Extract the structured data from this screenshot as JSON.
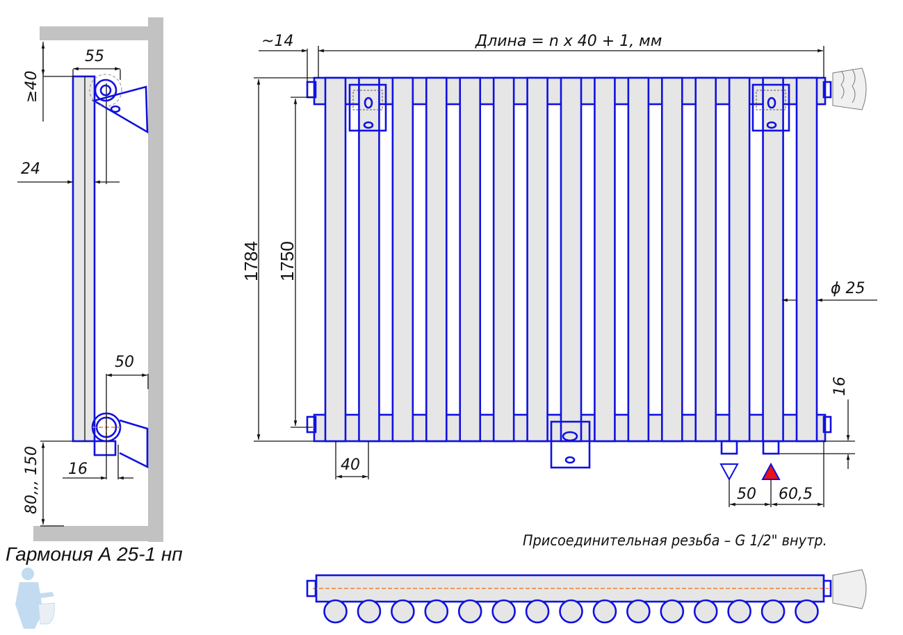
{
  "title": "Гармония  А 25-1 нп",
  "note": "Присоединительная резьба – G 1/2\" внутр.",
  "side_view": {
    "dim_top_gap": "≥40",
    "dim_depth": "55",
    "dim_24": "24",
    "dim_50": "50",
    "dim_16": "16",
    "dim_floor": "80,,, 150"
  },
  "front_view": {
    "dim_length": "Длина = n x 40 + 1, мм",
    "dim_offset": "~14",
    "dim_height_total": "1784",
    "dim_height_axis": "1750",
    "dim_diameter": "ϕ 25",
    "dim_16": "16",
    "dim_40": "40",
    "dim_50": "50",
    "dim_60_5": "60,5"
  },
  "sections_count": 15,
  "colors": {
    "outline": "#1010e0",
    "supply": "#ee1111",
    "axis": "#f08030",
    "wall": "#c2c2c2"
  }
}
